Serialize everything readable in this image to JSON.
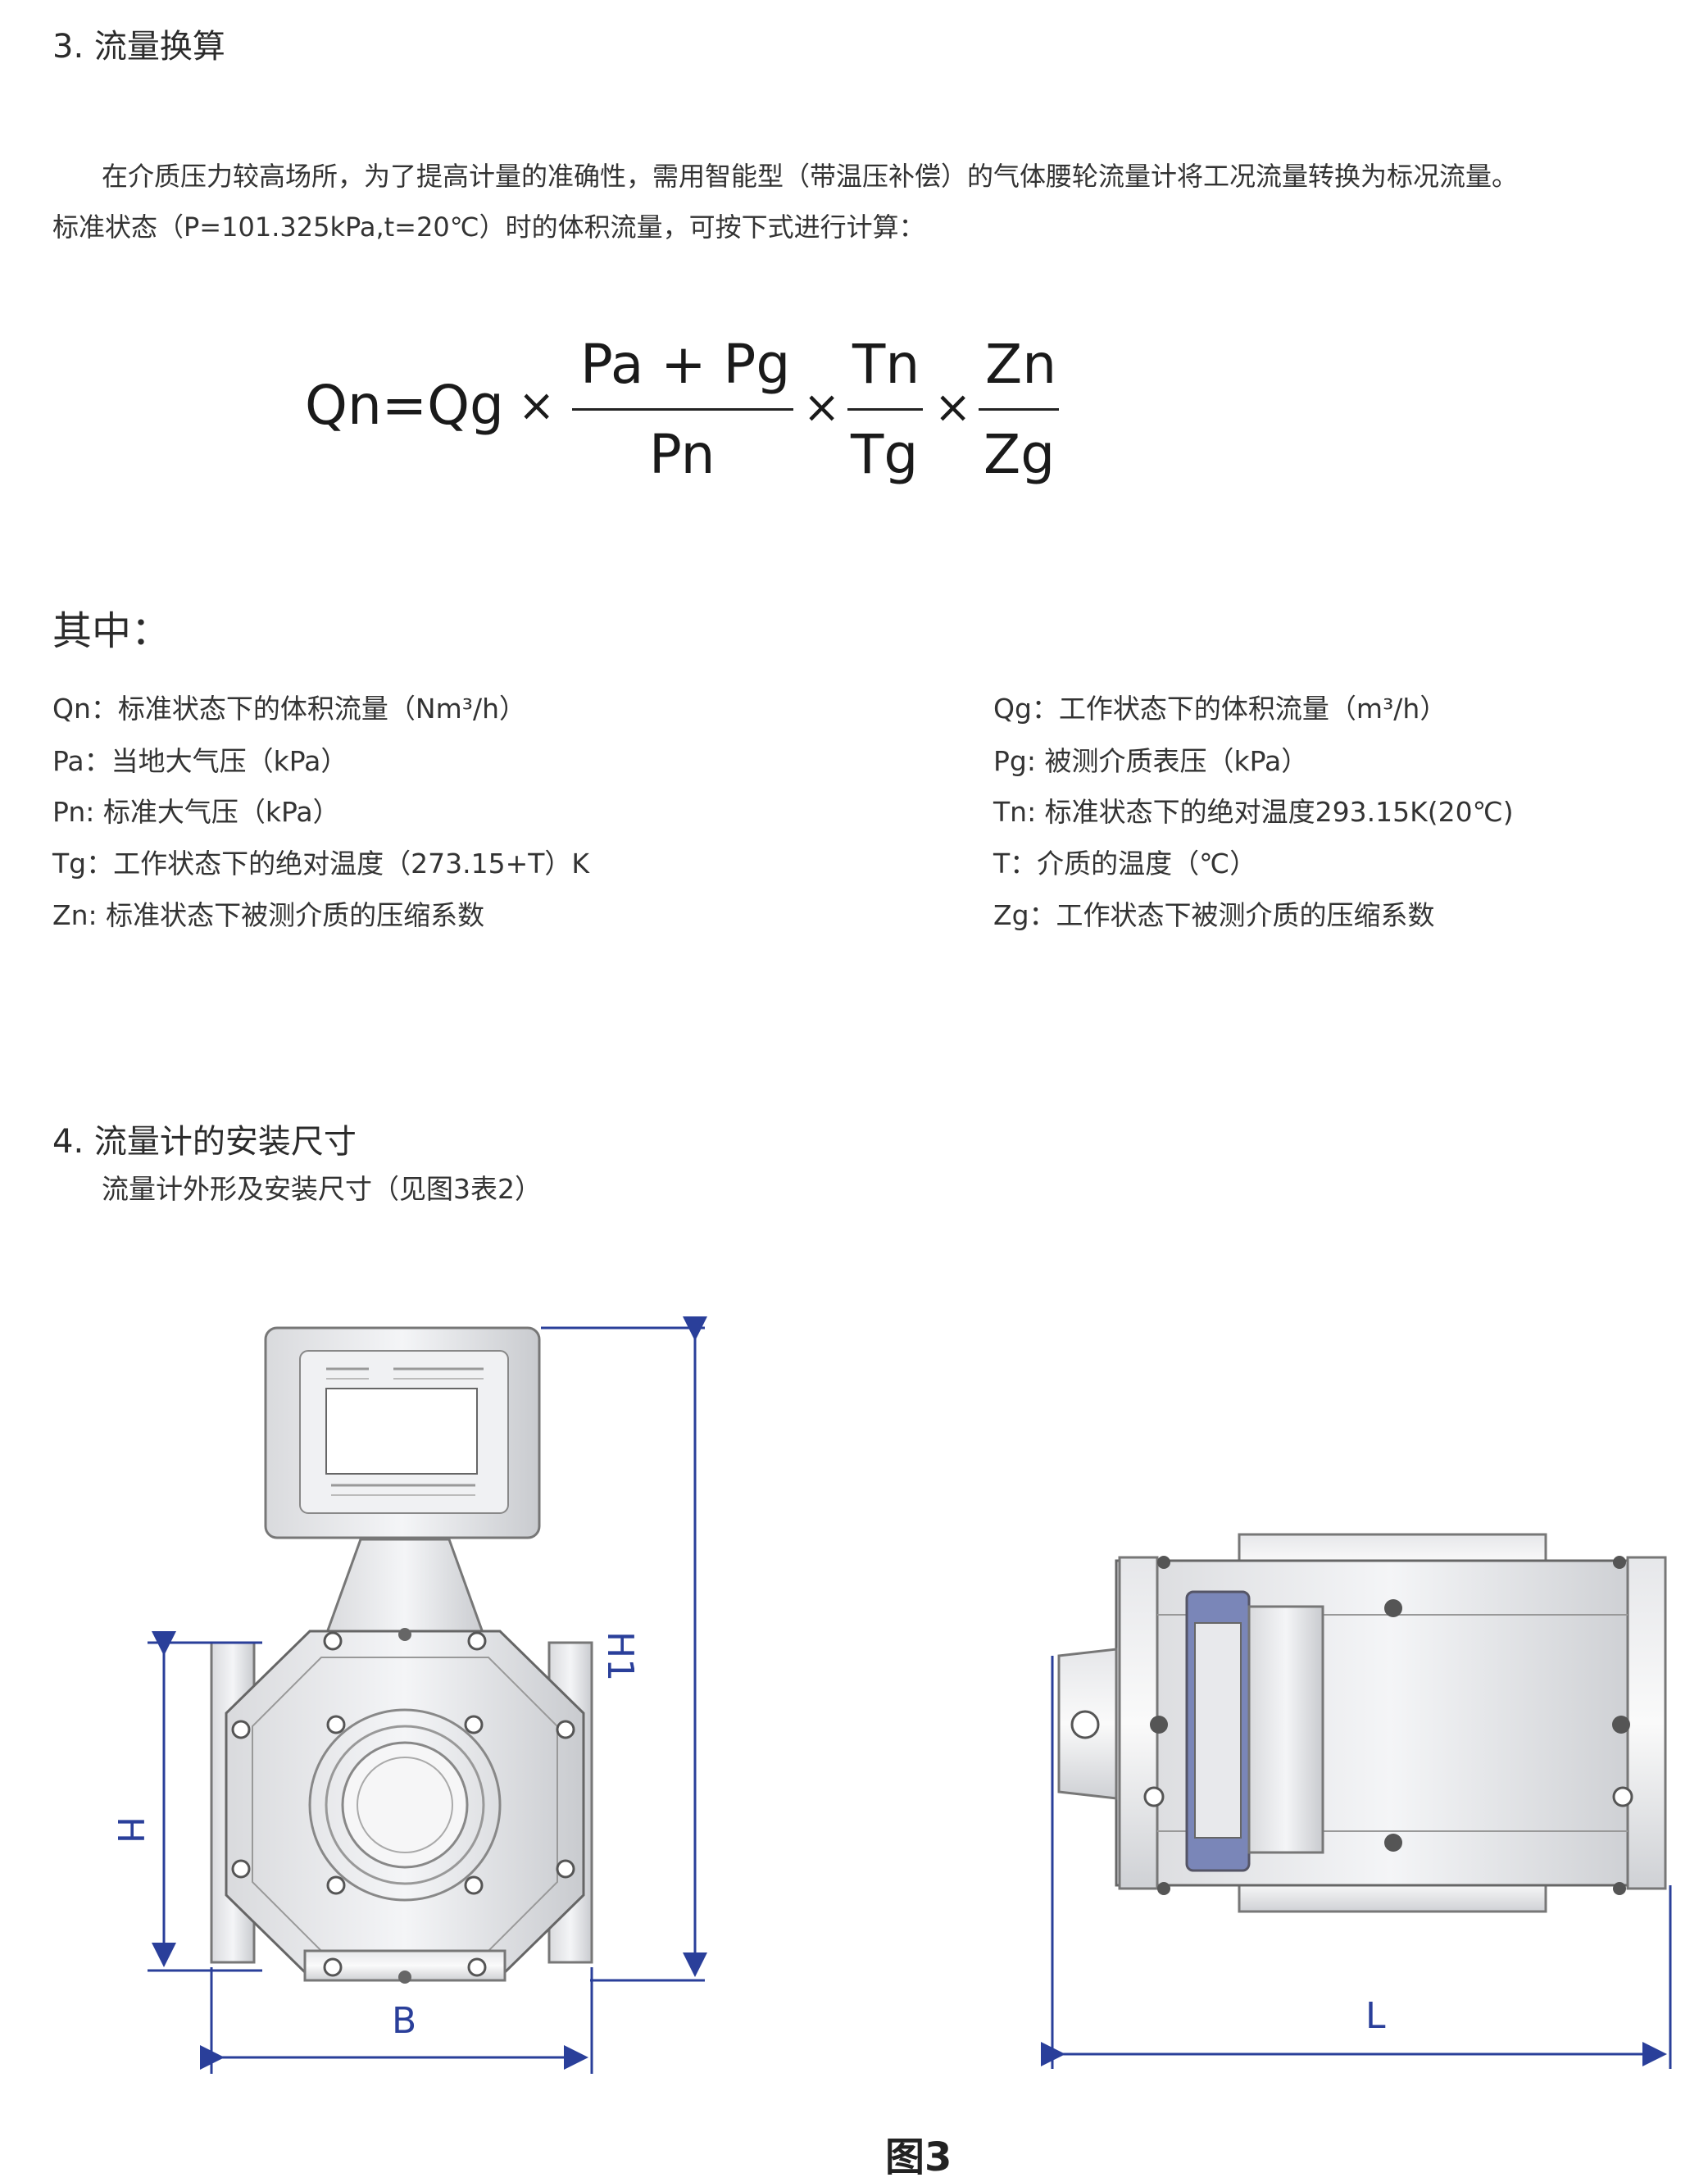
{
  "section3": {
    "heading": "3. 流量换算",
    "para_line1": "在介质压力较高场所，为了提高计量的准确性，需用智能型（带温压补偿）的气体腰轮流量计将工况流量转换为标况流量。",
    "para_line2": "标准状态（P=101.325kPa,t=20℃）时的体积流量，可按下式进行计算："
  },
  "formula": {
    "lhs": "Qn=Qg",
    "times": "×",
    "frac1_num": "Pa  + Pg",
    "frac1_den": "Pn",
    "frac2_num": "Tn",
    "frac2_den": "Tg",
    "frac3_num": "Zn",
    "frac3_den": "Zg"
  },
  "where_heading": "其中：",
  "definitions": {
    "left": [
      "Qn：标准状态下的体积流量（Nm³/h）",
      "Pa：当地大气压（kPa）",
      "Pn: 标准大气压（kPa）",
      "Tg：工作状态下的绝对温度（273.15+T）K",
      "Zn: 标准状态下被测介质的压缩系数"
    ],
    "right": [
      "Qg：工作状态下的体积流量（m³/h）",
      "Pg: 被测介质表压（kPa）",
      "Tn: 标准状态下的绝对温度293.15K(20℃)",
      "T：介质的温度（℃）",
      "Zg：工作状态下被测介质的压缩系数"
    ]
  },
  "section4": {
    "heading": "4. 流量计的安装尺寸",
    "subline": "流量计外形及安装尺寸（见图3表2）"
  },
  "figure": {
    "dim_H1": "H1",
    "dim_H": "H",
    "dim_B": "B",
    "dim_L": "L",
    "caption": "图3",
    "accent_color": "#2a3f9a"
  }
}
